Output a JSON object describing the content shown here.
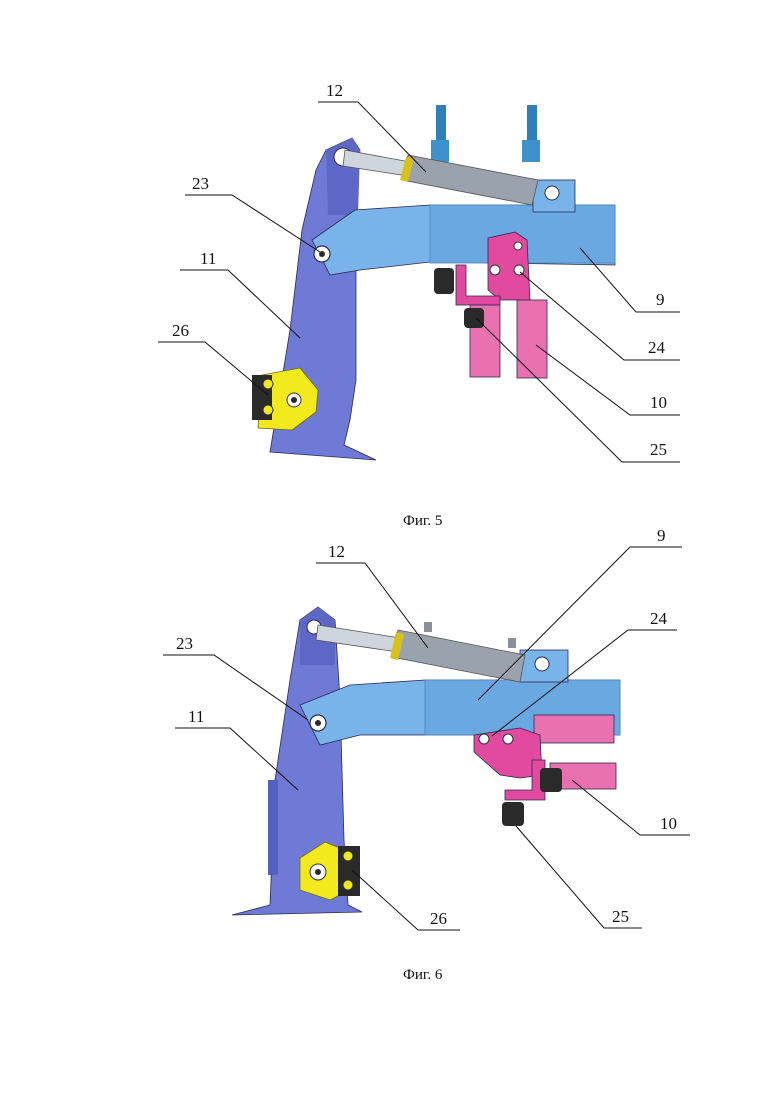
{
  "figures": [
    {
      "caption": "Фиг. 5",
      "labels": {
        "l12": "12",
        "l23": "23",
        "l11": "11",
        "l26": "26",
        "l9": "9",
        "l24": "24",
        "l10": "10",
        "l25": "25"
      }
    },
    {
      "caption": "Фиг. 6",
      "labels": {
        "l12": "12",
        "l9": "9",
        "l23": "23",
        "l24": "24",
        "l11": "11",
        "l10": "10",
        "l25": "25",
        "l26": "26"
      }
    }
  ],
  "colors": {
    "post": "#6f79d6",
    "post_dark": "#4f58b8",
    "arm": "#78b4ea",
    "arm_dark": "#5c98d2",
    "cylinder": "#9aa3ad",
    "hose": "#2f7fb8",
    "bracket": "#e24aa0",
    "pad": "#e971b0",
    "clamp": "#f2ea1c",
    "knob": "#2a2a2a",
    "ring": "#d8c21a"
  }
}
